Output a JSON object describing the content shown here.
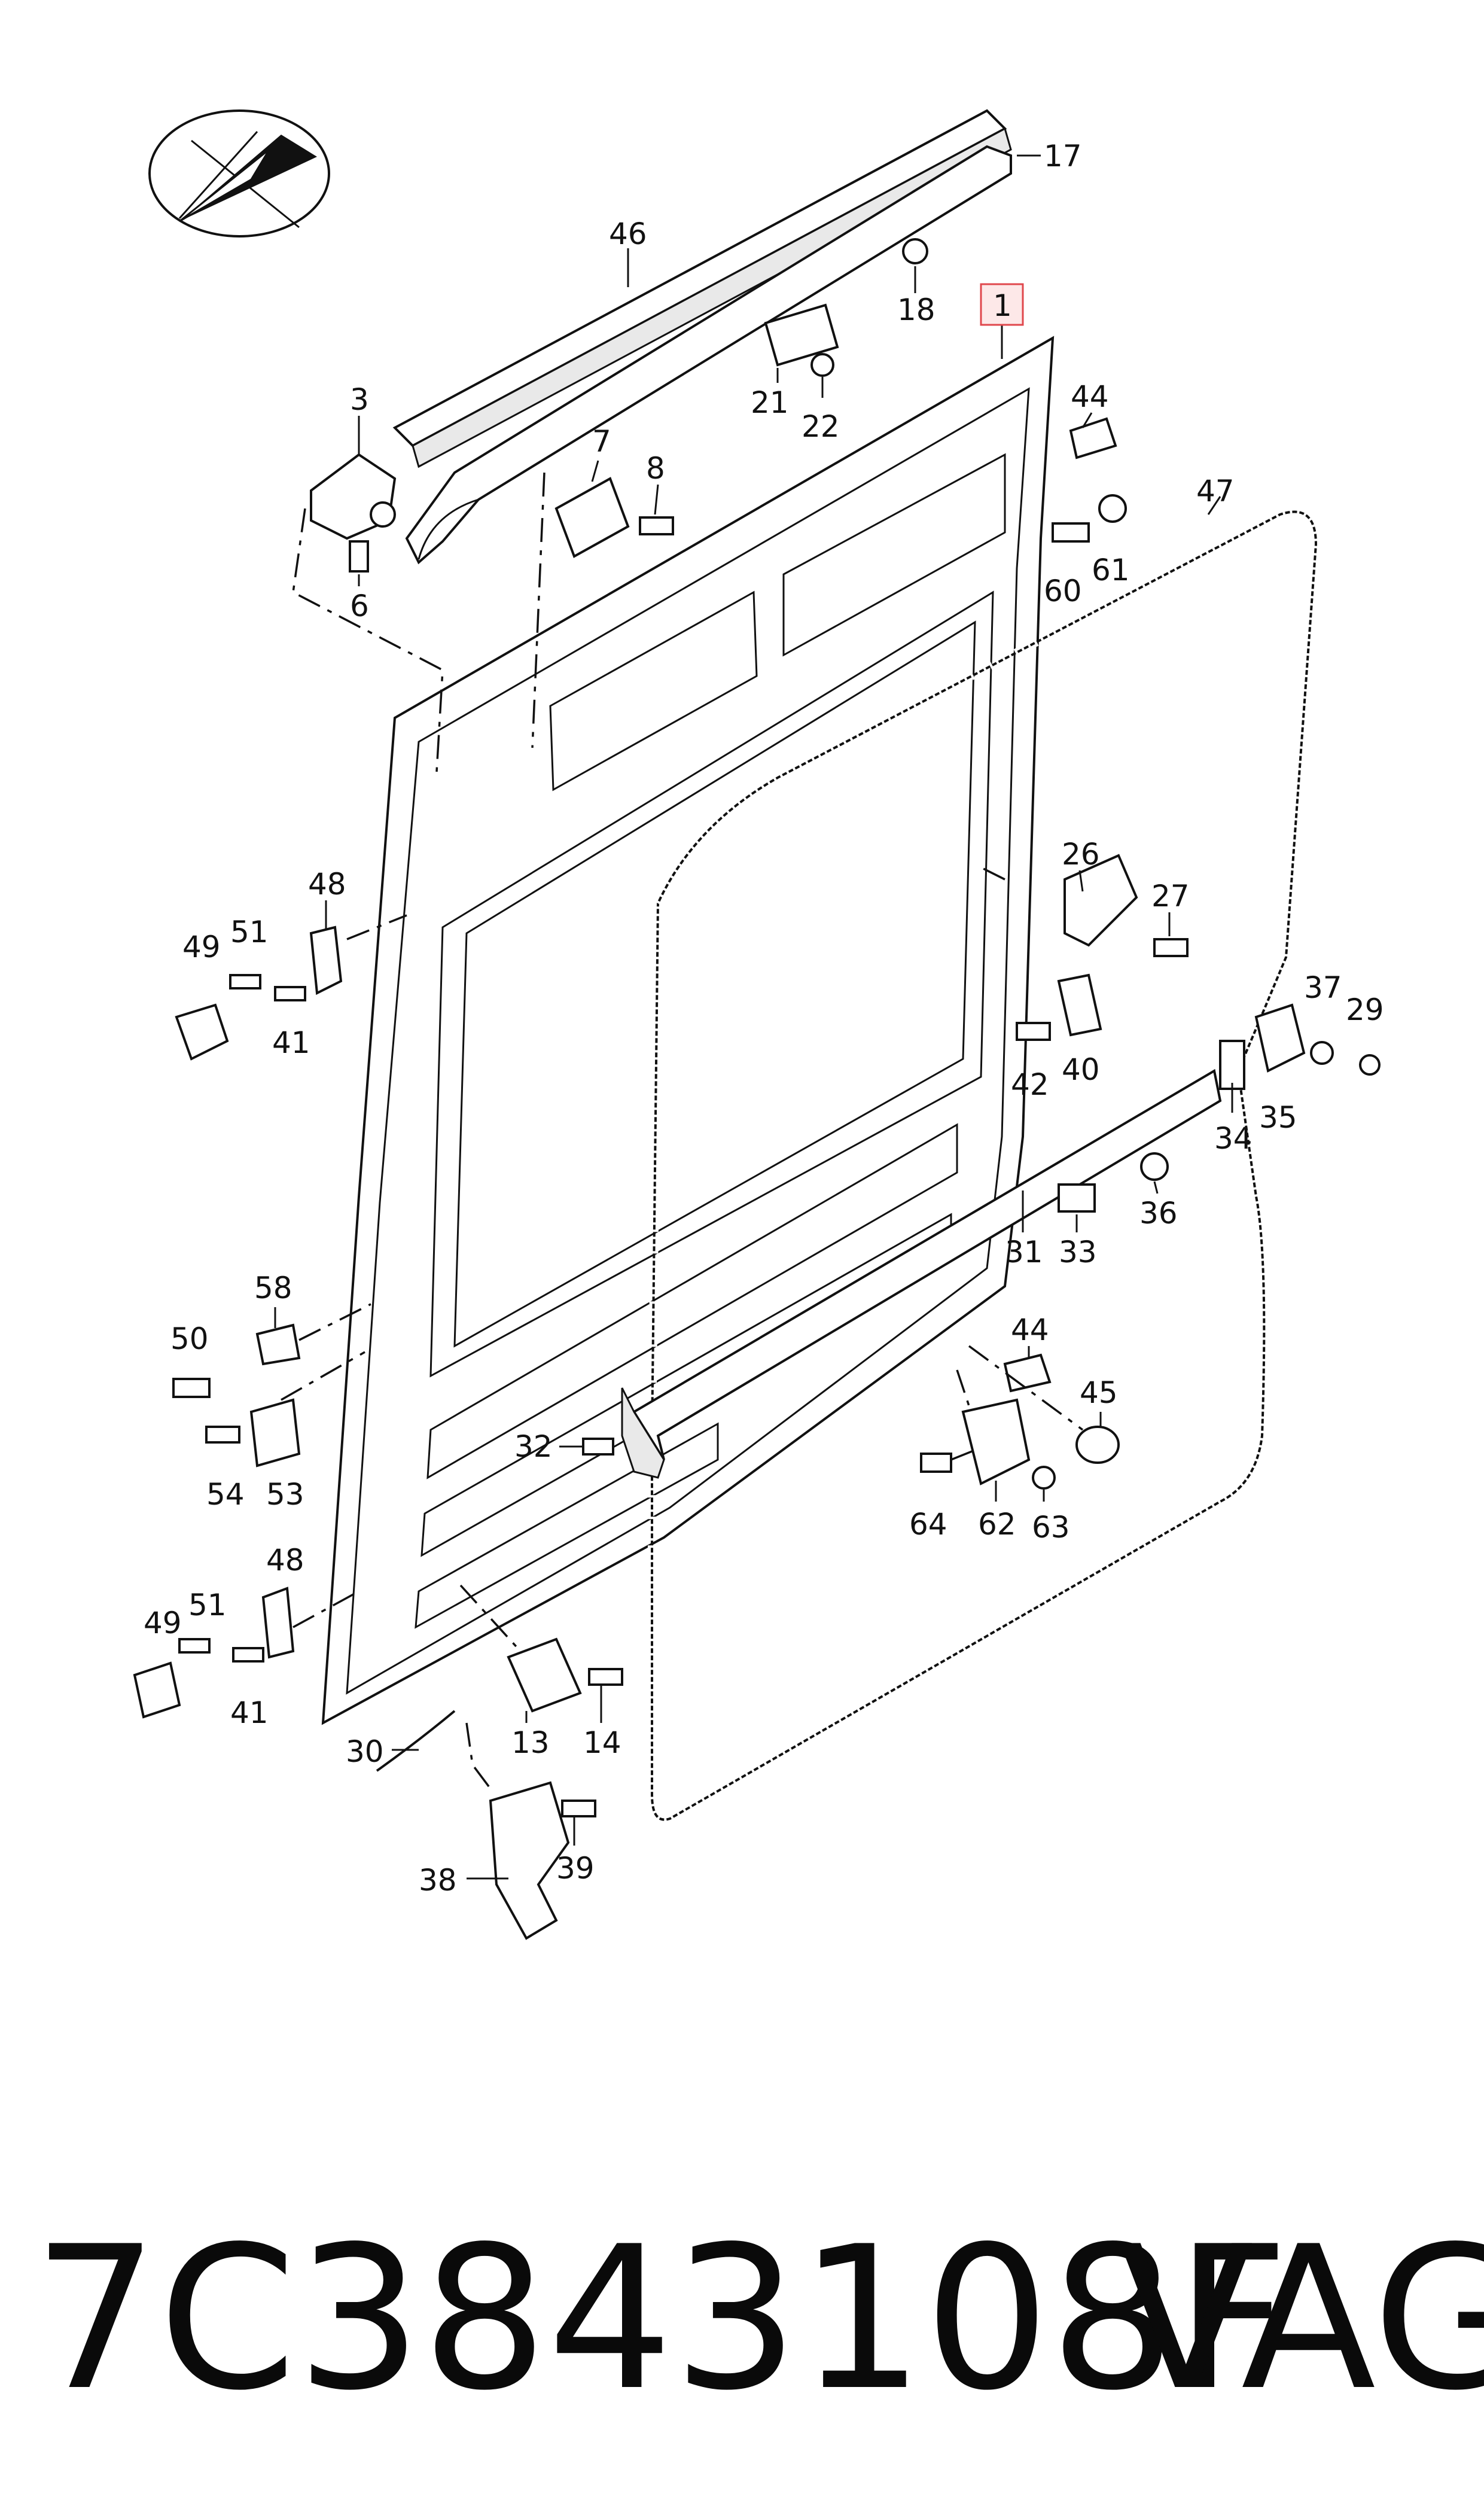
{
  "diagram": {
    "highlight_color": "#e0474c",
    "callouts": [
      {
        "id": "17"
      },
      {
        "id": "46"
      },
      {
        "id": "18"
      },
      {
        "id": "1",
        "highlighted": true
      },
      {
        "id": "3"
      },
      {
        "id": "21"
      },
      {
        "id": "22"
      },
      {
        "id": "44"
      },
      {
        "id": "7"
      },
      {
        "id": "8"
      },
      {
        "id": "47"
      },
      {
        "id": "60"
      },
      {
        "id": "61"
      },
      {
        "id": "6"
      },
      {
        "id": "26"
      },
      {
        "id": "27"
      },
      {
        "id": "48"
      },
      {
        "id": "51"
      },
      {
        "id": "49"
      },
      {
        "id": "41"
      },
      {
        "id": "37"
      },
      {
        "id": "29"
      },
      {
        "id": "42"
      },
      {
        "id": "40"
      },
      {
        "id": "35"
      },
      {
        "id": "34"
      },
      {
        "id": "36"
      },
      {
        "id": "31"
      },
      {
        "id": "33"
      },
      {
        "id": "58"
      },
      {
        "id": "50"
      },
      {
        "id": "44"
      },
      {
        "id": "45"
      },
      {
        "id": "32"
      },
      {
        "id": "54"
      },
      {
        "id": "53"
      },
      {
        "id": "64"
      },
      {
        "id": "62"
      },
      {
        "id": "63"
      },
      {
        "id": "48"
      },
      {
        "id": "51"
      },
      {
        "id": "49"
      },
      {
        "id": "41"
      },
      {
        "id": "13"
      },
      {
        "id": "14"
      },
      {
        "id": "30"
      },
      {
        "id": "39"
      },
      {
        "id": "38"
      }
    ]
  },
  "footer": {
    "part_number": "7C3843108F",
    "brand": "VAG"
  }
}
